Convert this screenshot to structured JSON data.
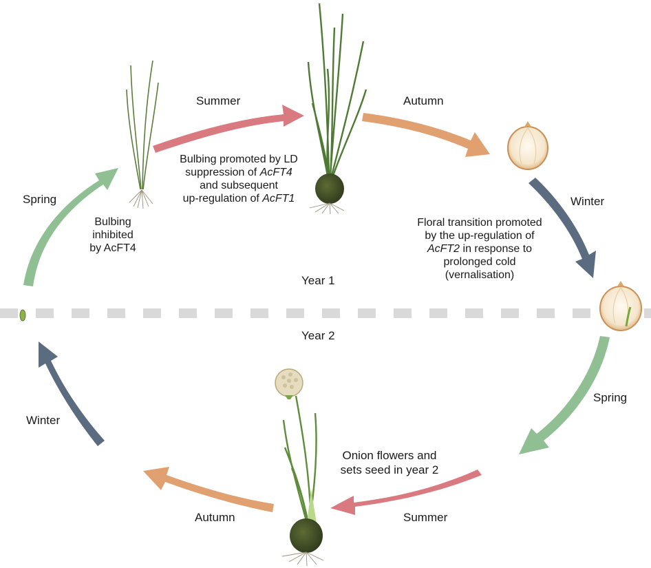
{
  "colors": {
    "summer": "#d97a80",
    "autumn": "#e0a070",
    "winter": "#5b6b80",
    "spring": "#8fbf92",
    "divider": "#d9d9d9"
  },
  "year1": {
    "label": "Year 1",
    "seasons": {
      "summer": "Summer",
      "autumn": "Autumn",
      "winter": "Winter",
      "spring": "Spring"
    },
    "notes": {
      "bulbing_inhibited": {
        "l1": "Bulbing",
        "l2": "inhibited",
        "l3": "by AcFT4"
      },
      "bulbing_promoted": {
        "l1": "Bulbing promoted by LD",
        "l2a": "suppression of ",
        "l2b": "AcFT4",
        "l3": "and subsequent",
        "l4a": "up-regulation of ",
        "l4b": "AcFT1"
      },
      "floral_transition": {
        "l1": "Floral transition promoted",
        "l2": "by the up-regulation of",
        "l3a": "AcFT2",
        "l3b": " in response to",
        "l4": "prolonged cold",
        "l5": "(vernalisation)"
      }
    }
  },
  "year2": {
    "label": "Year 2",
    "seasons": {
      "spring": "Spring",
      "summer": "Summer",
      "autumn": "Autumn",
      "winter": "Winter"
    },
    "notes": {
      "flowers": {
        "l1": "Onion flowers and",
        "l2": "sets seed in year 2"
      }
    }
  }
}
